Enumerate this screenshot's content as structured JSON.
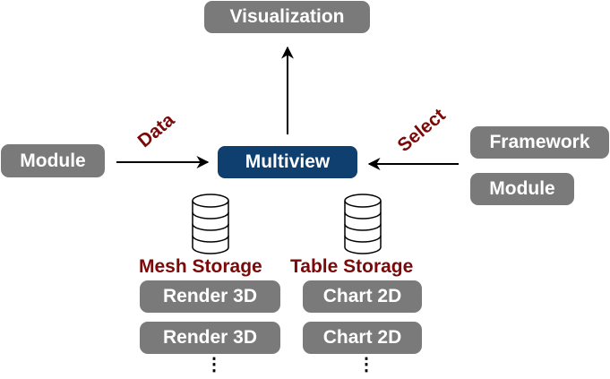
{
  "diagram": {
    "top": {
      "label": "Visualization"
    },
    "center": {
      "label": "Multiview",
      "color": "#0e3f6e"
    },
    "left": {
      "label": "Module"
    },
    "right": [
      {
        "label": "Framework"
      },
      {
        "label": "Module"
      }
    ],
    "edges": {
      "data": "Data",
      "select": "Select"
    },
    "storages": [
      {
        "label": "Mesh Storage",
        "items": [
          "Render 3D",
          "Render 3D"
        ],
        "more": "⋮"
      },
      {
        "label": "Table Storage",
        "items": [
          "Chart 2D",
          "Chart 2D"
        ],
        "more": "⋮"
      }
    ],
    "colors": {
      "box": "#7a7a7a",
      "accent_text": "#7a0a0a"
    }
  }
}
